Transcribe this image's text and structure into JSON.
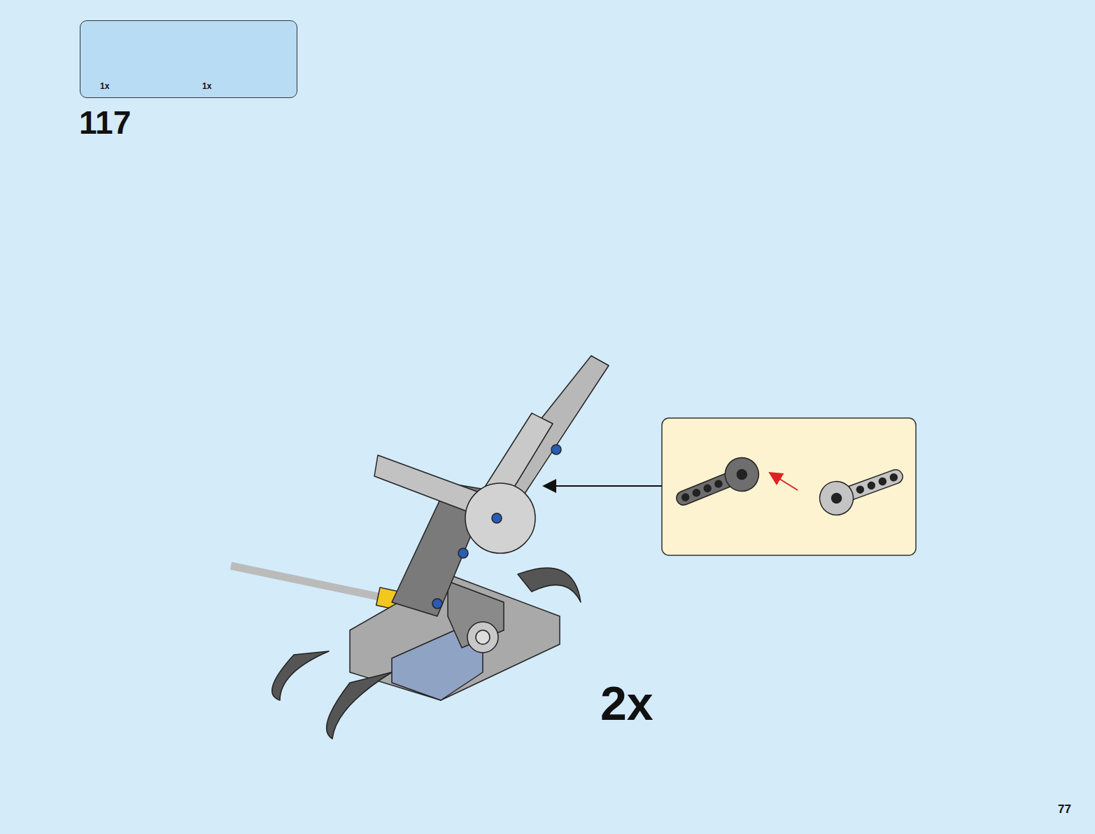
{
  "diagram": {
    "nodes": [
      {
        "text": [
          "1x",
          "1x"
        ]
      }
    ],
    "labels": [
      "117",
      "2x",
      "77"
    ]
  }
}
